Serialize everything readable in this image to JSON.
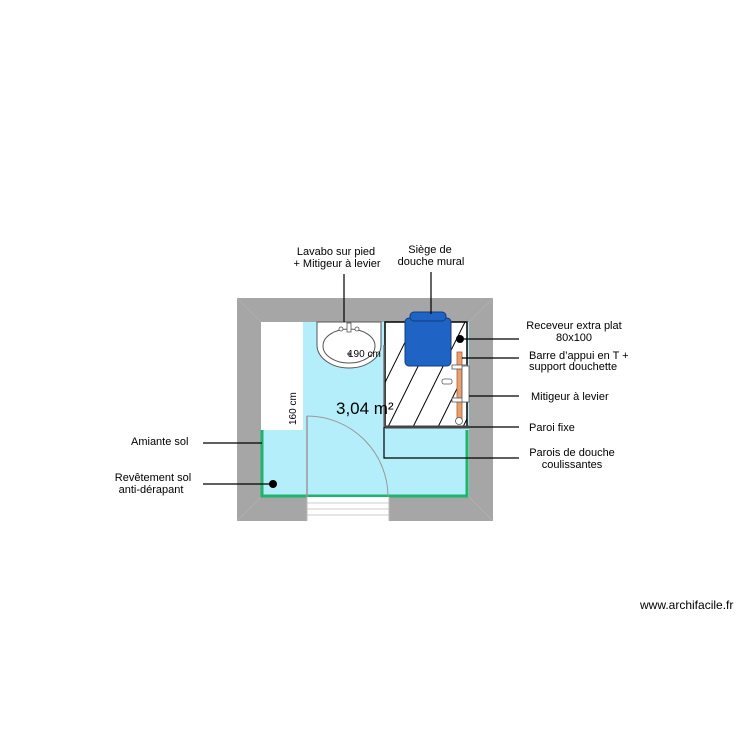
{
  "labels": {
    "lavabo_1": "Lavabo sur pied",
    "lavabo_2": "+ Mitigeur à levier",
    "siege_1": "Siège de",
    "siege_2": "douche mural",
    "receveur_1": "Receveur extra plat",
    "receveur_2": "80x100",
    "barre_1": "Barre d’appui en T +",
    "barre_2": "support douchette",
    "mitigeur": "Mitigeur à levier",
    "paroi_fixe": "Paroi fixe",
    "parois_1": "Parois de douche",
    "parois_2": "coulissantes",
    "amiante": "Amiante sol",
    "revetement_1": "Revêtement sol",
    "revetement_2": "anti-dérapant"
  },
  "dimensions": {
    "width": "190 cm",
    "height": "160 cm"
  },
  "area": "3,04 m²",
  "watermark": "www.archifacile.fr",
  "colors": {
    "wall": "#a6a6a6",
    "floor": "#b4eefb",
    "anti_slip_border": "#1fb36b",
    "seat": "#1f63c4",
    "grab_bar": "#e8a070",
    "door_arc": "#999999"
  }
}
